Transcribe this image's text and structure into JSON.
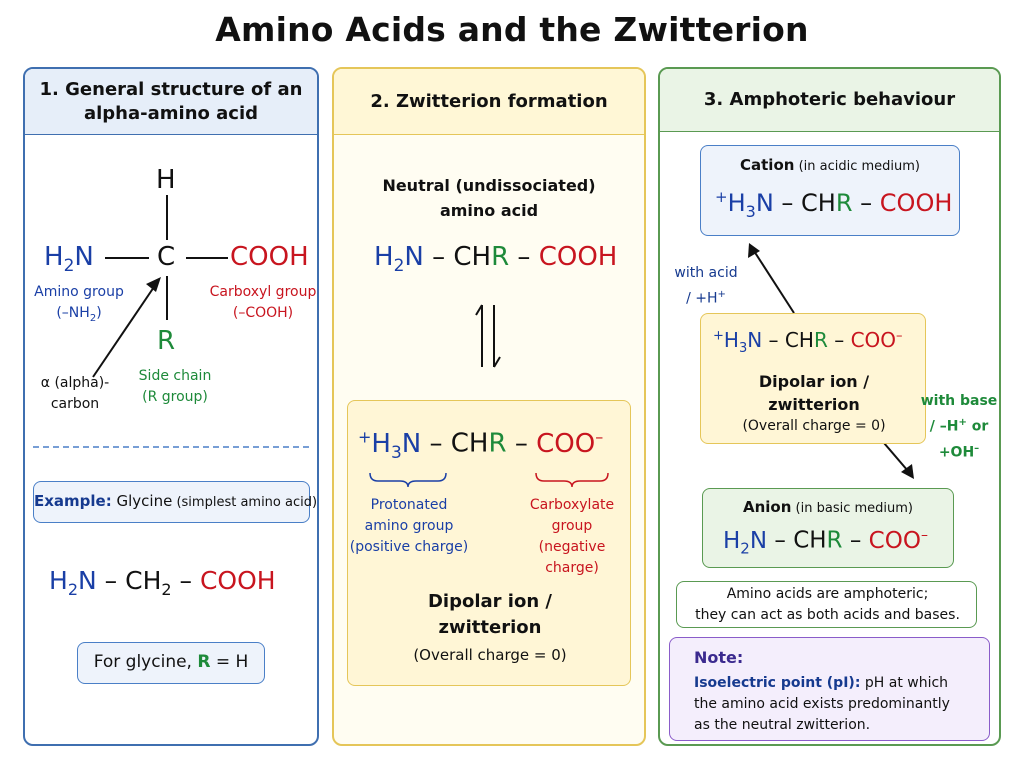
{
  "title": "Amino Acids and the Zwitterion",
  "colors": {
    "amino": "#1a3fa6",
    "carboxyl": "#c8151f",
    "side_chain": "#1e8a3a"
  },
  "panel1": {
    "header_line1": "1. General structure of an",
    "header_line2": "alpha-amino acid",
    "structure": {
      "h": "H",
      "amine": "H",
      "amine_sub": "2",
      "amine_n": "N",
      "carbon": "C",
      "carboxyl": "COOH",
      "r": "R"
    },
    "amino_label1": "Amino group",
    "amino_label2": "(–NH",
    "amino_label2_sub": "2",
    "amino_label2_end": ")",
    "carboxyl_label1": "Carboxyl group",
    "carboxyl_label2": "(–COOH)",
    "side_label1": "Side chain",
    "side_label2": "(R group)",
    "alpha_label1": "α (alpha)-",
    "alpha_label2": "carbon",
    "example_bold": "Example:",
    "example_name": " Glycine",
    "example_note": " (simplest amino acid)",
    "glycine": {
      "amine": "H",
      "amine_sub": "2",
      "amine_n": "N",
      "dash1": " – ",
      "ch": "CH",
      "ch_sub": "2",
      "dash2": " – ",
      "cooh": "COOH"
    },
    "rule": {
      "prefix": "For glycine, ",
      "r": "R",
      "suffix": " = H"
    }
  },
  "panel2": {
    "header": "2. Zwitterion formation",
    "neutral_label1": "Neutral (undissociated)",
    "neutral_label2": "amino acid",
    "neutral": {
      "h": "H",
      "sub": "2",
      "n": "N",
      "dash1": " – ",
      "ch": "CH",
      "r": "R",
      "dash2": " – ",
      "cooh": "COOH"
    },
    "zwitterion": {
      "plus": "+",
      "h": "H",
      "sub": "3",
      "n": "N",
      "dash1": " – ",
      "ch": "CH",
      "r": "R",
      "dash2": " – ",
      "coo": "COO",
      "minus": "–"
    },
    "protonated1": "Protonated",
    "protonated2": "amino group",
    "protonated3": "(positive charge)",
    "carboxylate1": "Carboxylate",
    "carboxylate2": "group",
    "carboxylate3": "(negative charge)",
    "dipolar1": "Dipolar ion /",
    "dipolar2": "zwitterion",
    "charge": "(Overall charge = 0)"
  },
  "panel3": {
    "header": "3. Amphoteric behaviour",
    "cation": {
      "bold": "Cation",
      "note": " (in acidic medium)",
      "plus": "+",
      "h": "H",
      "sub": "3",
      "n": "N",
      "dash1": " – ",
      "ch": "CH",
      "r": "R",
      "dash2": " – ",
      "cooh": "COOH"
    },
    "acid_label1": "with acid",
    "acid_label2": "/ +H",
    "acid_label2_sup": "+",
    "zwitter": {
      "plus": "+",
      "h": "H",
      "sub": "3",
      "n": "N",
      "dash1": " – ",
      "ch": "CH",
      "r": "R",
      "dash2": " – ",
      "coo": "COO",
      "minus": "–",
      "label1": "Dipolar ion /",
      "label2": "zwitterion",
      "charge": "(Overall charge = 0)"
    },
    "base_label1": "with base",
    "base_label2": "/ –H",
    "base_label2_sup": "+",
    "base_label2_end": " or",
    "base_label3": "+OH",
    "base_label3_sup": "–",
    "anion": {
      "bold": "Anion",
      "note": " (in basic medium)",
      "h": "H",
      "sub": "2",
      "n": "N",
      "dash1": " – ",
      "ch": "CH",
      "r": "R",
      "dash2": " – ",
      "coo": "COO",
      "minus": "–"
    },
    "summary1": "Amino acids are amphoteric;",
    "summary2": "they can act as both acids and bases.",
    "note_title": "Note:",
    "note_bold": "Isoelectric point (pI):",
    "note_text1": " pH at which",
    "note_text2": "the amino acid exists predominantly",
    "note_text3": "as the neutral zwitterion."
  }
}
